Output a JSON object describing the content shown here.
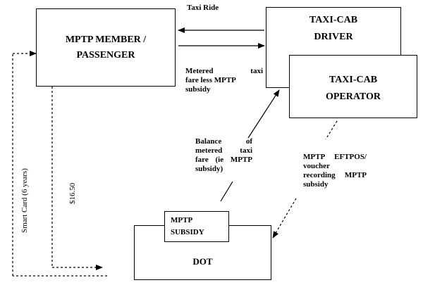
{
  "nodes": {
    "member": "MPTP MEMBER / PASSENGER",
    "driver": "TAXI-CAB DRIVER",
    "operator": "TAXI-CAB OPERATOR",
    "dot": "DOT",
    "subsidy": "MPTP SUBSIDY"
  },
  "labels": {
    "taxi_ride": "Taxi Ride",
    "metered_fare_l1": "Metered taxi",
    "metered_fare_l2": "fare less MPTP",
    "metered_fare_l3": "subsidy",
    "balance_l1": "Balance of",
    "balance_l2": "metered taxi",
    "balance_l3": "fare (ie MPTP",
    "balance_l4": "subsidy)",
    "eftpos_l1": "MPTP EFTPOS/",
    "eftpos_l2": "voucher",
    "eftpos_l3": "recording MPTP",
    "eftpos_l4": "subsidy",
    "amount": "$16.50",
    "smart_card": "Smart Card (6 years)"
  }
}
